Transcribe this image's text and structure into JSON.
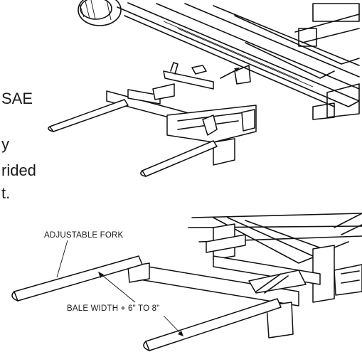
{
  "text_fragments": [
    "SAE",
    "y",
    "rided",
    "t."
  ],
  "callouts": {
    "adjustable_fork": "ADJUSTABLE FORK",
    "bale_width": "BALE WIDTH + 6\" TO 8\""
  }
}
